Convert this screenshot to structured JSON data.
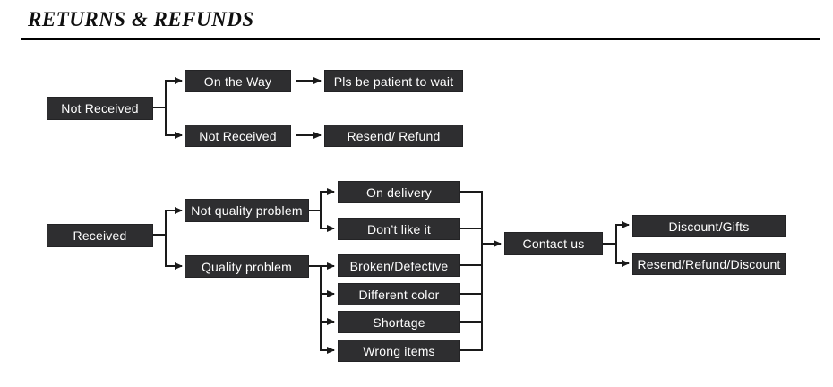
{
  "title": "RETURNS & REFUNDS",
  "colors": {
    "node_background": "#2e2e30",
    "node_text": "#ffffff",
    "connector_line": "#1a1a1a",
    "title_rule": "#000000",
    "page_background": "#ffffff"
  },
  "diagram": {
    "not_received_branch": {
      "root": "Not Received",
      "cases": [
        {
          "condition": "On the Way",
          "action": "Pls be patient to wait"
        },
        {
          "condition": "Not Received",
          "action": "Resend/ Refund"
        }
      ]
    },
    "received_branch": {
      "root": "Received",
      "categories": [
        {
          "label": "Not quality problem",
          "reasons": [
            "On delivery",
            "Don’t like it"
          ]
        },
        {
          "label": "Quality problem",
          "reasons": [
            "Broken/Defective",
            "Different color",
            "Shortage",
            "Wrong items"
          ]
        }
      ],
      "contact": "Contact us",
      "outcomes": [
        "Discount/Gifts",
        "Resend/Refund/Discount"
      ]
    }
  }
}
